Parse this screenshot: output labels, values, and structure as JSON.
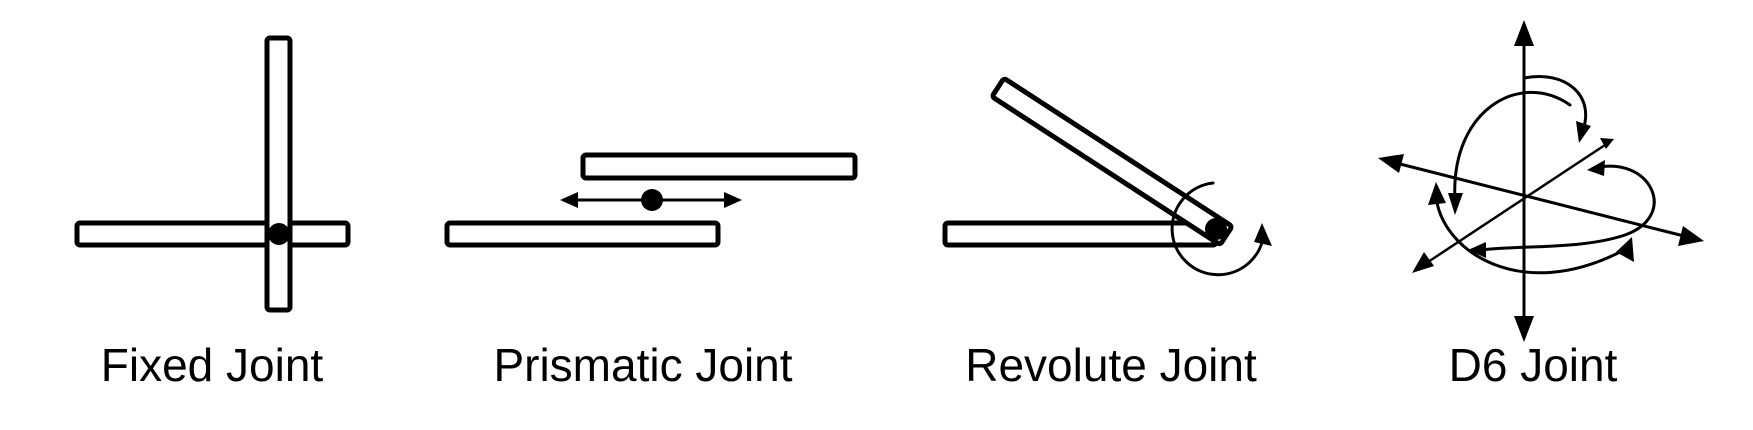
{
  "joints": [
    {
      "id": "fixed",
      "label": "Fixed Joint"
    },
    {
      "id": "prismatic",
      "label": "Prismatic Joint"
    },
    {
      "id": "revolute",
      "label": "Revolute Joint"
    },
    {
      "id": "d6",
      "label": "D6 Joint"
    }
  ],
  "colors": {
    "stroke": "#000000",
    "background": "#ffffff"
  }
}
